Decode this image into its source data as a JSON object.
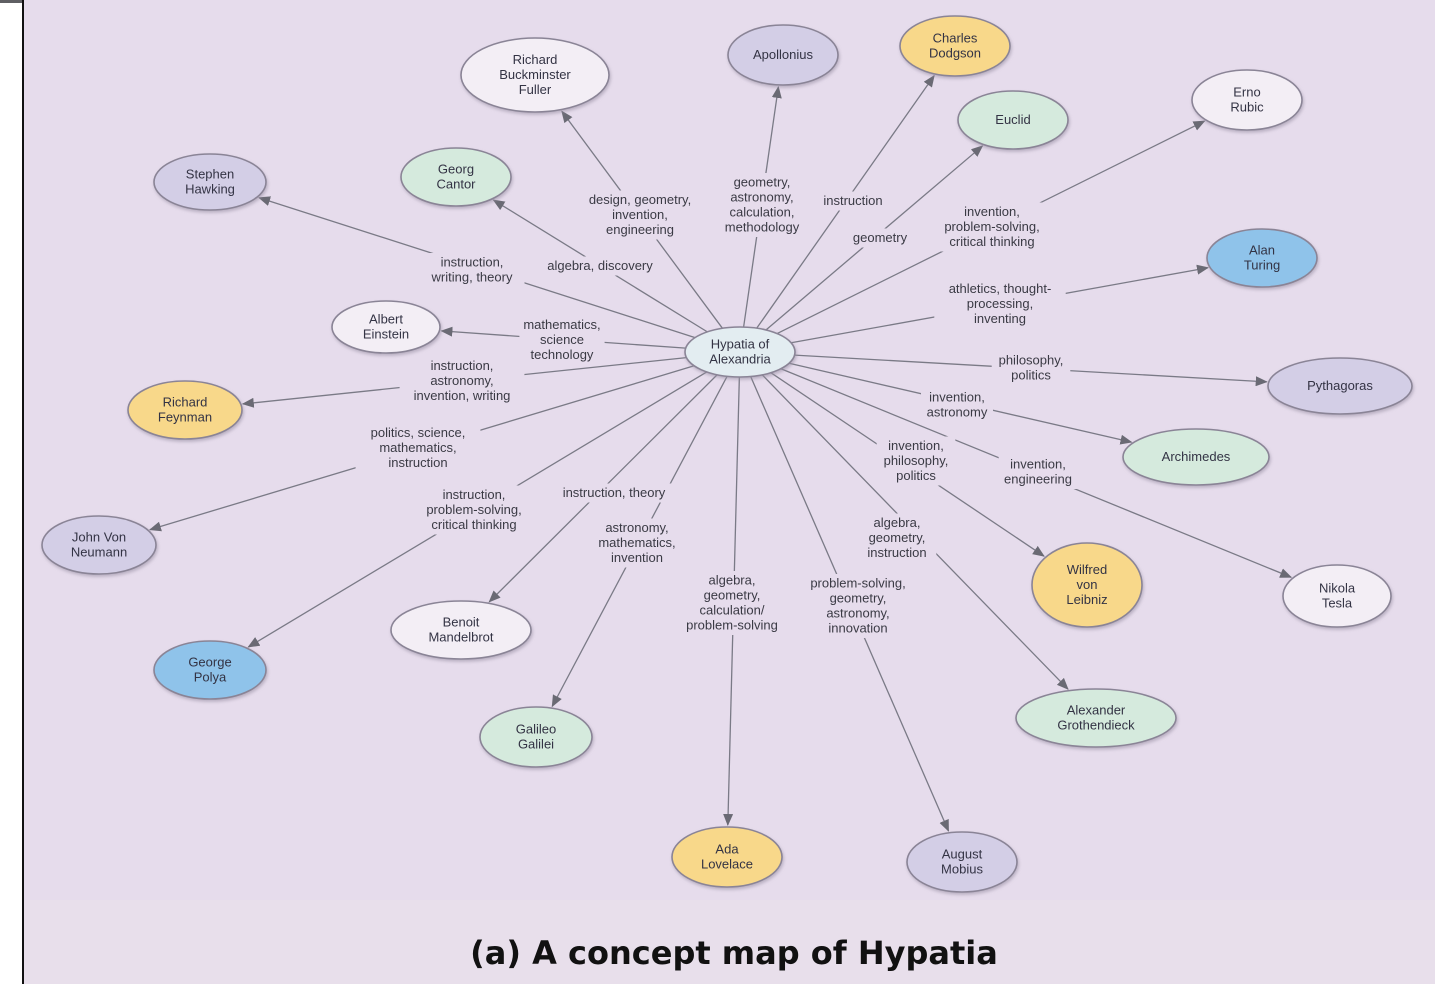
{
  "caption": "(a) A concept map of Hypatia",
  "colors": {
    "background": "#e6dcec",
    "white": "#f3eef5",
    "lavender": "#d3cee6",
    "green": "#d5eadd",
    "orange": "#f8d88a",
    "blue": "#8fc3ea",
    "hub": "#e3edf1",
    "edge": "#7a7a86"
  },
  "hub": {
    "id": "hypatia",
    "label": [
      "Hypatia of",
      "Alexandria"
    ],
    "color": "hub"
  },
  "nodes": [
    {
      "id": "fuller",
      "label": [
        "Richard",
        "Buckminster",
        "Fuller"
      ],
      "color": "white",
      "edge_label": [
        "design, geometry,",
        "invention,",
        "engineering"
      ]
    },
    {
      "id": "apollonius",
      "label": [
        "Apollonius"
      ],
      "color": "lavender",
      "edge_label": [
        "geometry,",
        "astronomy,",
        "calculation,",
        "methodology"
      ]
    },
    {
      "id": "dodgson",
      "label": [
        "Charles",
        "Dodgson"
      ],
      "color": "orange",
      "edge_label": [
        "instruction"
      ]
    },
    {
      "id": "euclid",
      "label": [
        "Euclid"
      ],
      "color": "green",
      "edge_label": [
        "geometry"
      ]
    },
    {
      "id": "rubic",
      "label": [
        "Erno",
        "Rubic"
      ],
      "color": "white",
      "edge_label": [
        "invention,",
        "problem-solving,",
        "critical thinking"
      ]
    },
    {
      "id": "hawking",
      "label": [
        "Stephen",
        "Hawking"
      ],
      "color": "lavender",
      "edge_label": [
        "instruction,",
        "writing, theory"
      ]
    },
    {
      "id": "cantor",
      "label": [
        "Georg",
        "Cantor"
      ],
      "color": "green",
      "edge_label": [
        "algebra, discovery"
      ]
    },
    {
      "id": "turing",
      "label": [
        "Alan",
        "Turing"
      ],
      "color": "blue",
      "edge_label": [
        "athletics, thought-",
        "processing,",
        "inventing"
      ]
    },
    {
      "id": "einstein",
      "label": [
        "Albert",
        "Einstein"
      ],
      "color": "white",
      "edge_label": [
        "mathematics,",
        "science",
        "technology"
      ]
    },
    {
      "id": "pythagoras",
      "label": [
        "Pythagoras"
      ],
      "color": "lavender",
      "edge_label": [
        "philosophy,",
        "politics"
      ]
    },
    {
      "id": "feynman",
      "label": [
        "Richard",
        "Feynman"
      ],
      "color": "orange",
      "edge_label": [
        "instruction,",
        "astronomy,",
        "invention, writing"
      ]
    },
    {
      "id": "archimedes",
      "label": [
        "Archimedes"
      ],
      "color": "green",
      "edge_label": [
        "invention,",
        "astronomy"
      ]
    },
    {
      "id": "neumann",
      "label": [
        "John Von",
        "Neumann"
      ],
      "color": "lavender",
      "edge_label": [
        "politics, science,",
        "mathematics,",
        "instruction"
      ]
    },
    {
      "id": "leibniz",
      "label": [
        "Wilfred",
        "von",
        "Leibniz"
      ],
      "color": "orange",
      "edge_label": [
        "invention,",
        "philosophy,",
        "politics"
      ]
    },
    {
      "id": "tesla",
      "label": [
        "Nikola",
        "Tesla"
      ],
      "color": "white",
      "edge_label": [
        "invention,",
        "engineering"
      ]
    },
    {
      "id": "mandelbrot",
      "label": [
        "Benoit",
        "Mandelbrot"
      ],
      "color": "white",
      "edge_label": [
        "instruction, theory"
      ]
    },
    {
      "id": "polya",
      "label": [
        "George",
        "Polya"
      ],
      "color": "blue",
      "edge_label": [
        "instruction,",
        "problem-solving,",
        "critical thinking"
      ]
    },
    {
      "id": "galileo",
      "label": [
        "Galileo",
        "Galilei"
      ],
      "color": "green",
      "edge_label": [
        "astronomy,",
        "mathematics,",
        "invention"
      ]
    },
    {
      "id": "grothendieck",
      "label": [
        "Alexander",
        "Grothendieck"
      ],
      "color": "green",
      "edge_label": [
        "algebra,",
        "geometry,",
        "instruction"
      ]
    },
    {
      "id": "lovelace",
      "label": [
        "Ada",
        "Lovelace"
      ],
      "color": "orange",
      "edge_label": [
        "algebra,",
        "geometry,",
        "calculation/",
        "problem-solving"
      ]
    },
    {
      "id": "mobius",
      "label": [
        "August",
        "Mobius"
      ],
      "color": "lavender",
      "edge_label": [
        "problem-solving,",
        "geometry,",
        "astronomy,",
        "innovation"
      ]
    }
  ]
}
